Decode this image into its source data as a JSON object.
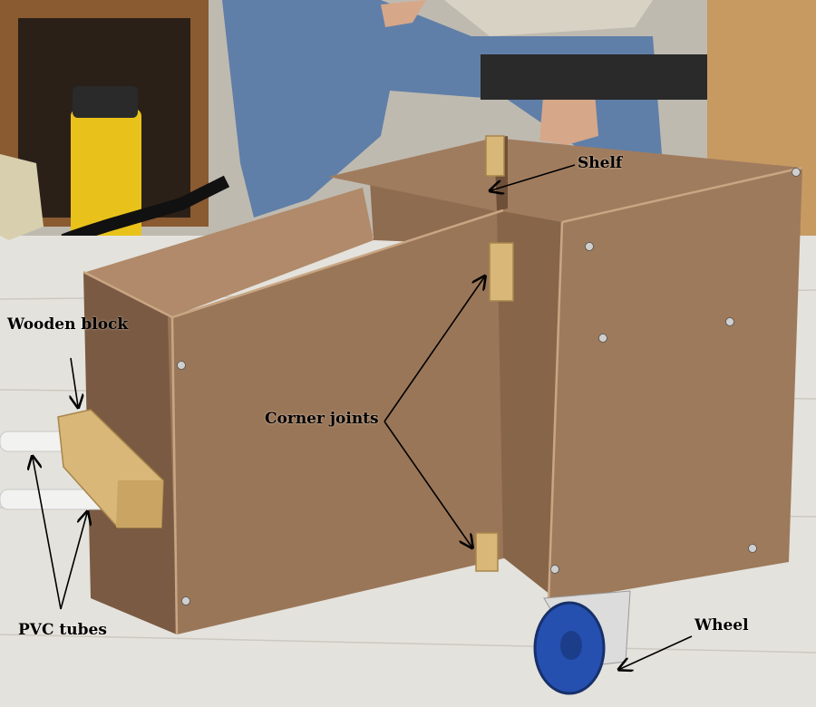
{
  "labels": {
    "shelf": "Shelf",
    "wooden_block": "Wooden block",
    "corner_joints": "Corner joints",
    "pvc_tubes": "PVC tubes",
    "wheel": "Wheel"
  },
  "colors": {
    "board": "#9a7658",
    "board_dark": "#7a5a42",
    "board_light": "#b08a6a",
    "wood_block": "#d9b779",
    "wheel": "#2550b0",
    "floor": "#e4e2dc",
    "jeans": "#5f7fa8"
  }
}
